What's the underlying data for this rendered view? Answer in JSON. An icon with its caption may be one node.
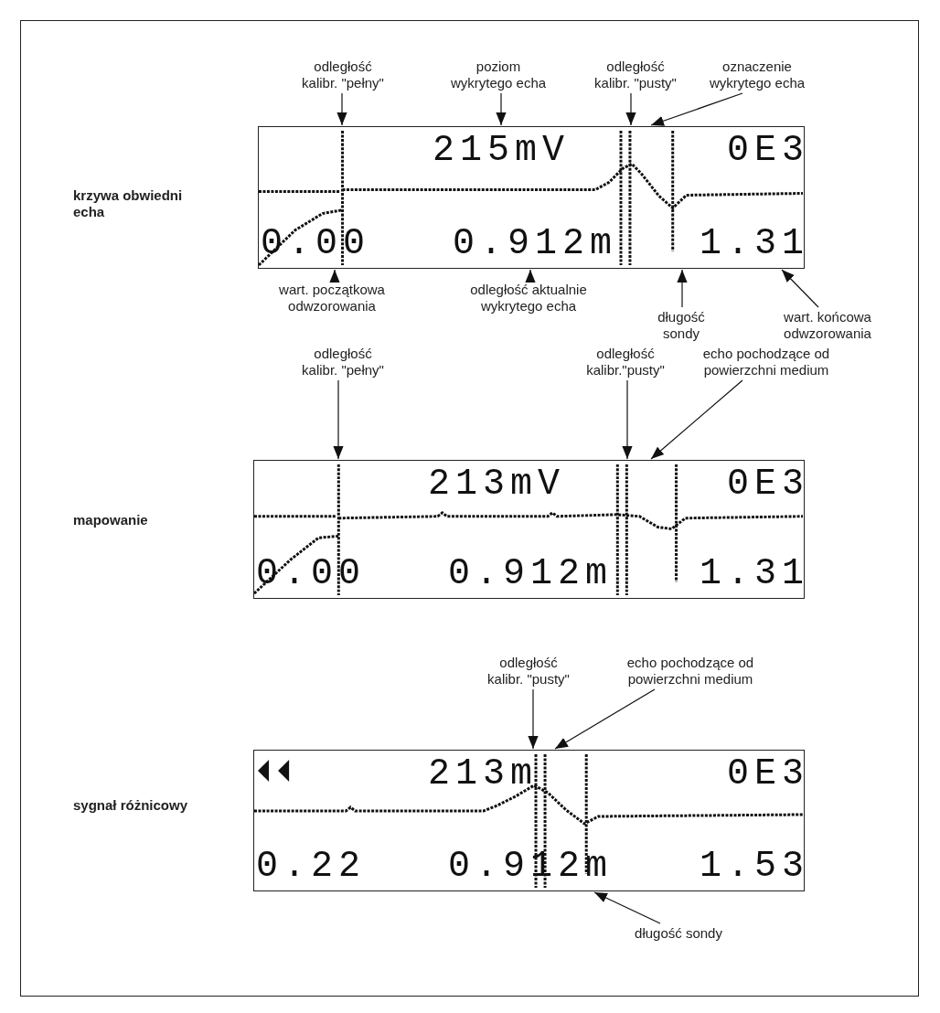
{
  "diagram": {
    "nodes": [
      {
        "text": [
          "odległość kalibr. \"pełny\""
        ]
      },
      {
        "text": [
          "poziom wykrytego echa"
        ]
      },
      {
        "text": [
          "odległość kalibr. \"pusty\""
        ]
      },
      {
        "text": [
          "oznaczenie wykrytego echa"
        ]
      },
      {
        "text": [
          "215mV",
          "0E3",
          "0.00",
          "0.912m",
          "1.31"
        ]
      },
      {
        "text": [
          "wart. początkowa odwzorowania"
        ]
      },
      {
        "text": [
          "odległość aktualnie wykrytego echa"
        ]
      },
      {
        "text": [
          "długość sondy"
        ]
      },
      {
        "text": [
          "wart. końcowa odwzorowania"
        ]
      },
      {
        "text": [
          "odległość kalibr. \"pełny\""
        ]
      },
      {
        "text": [
          "odległość kalibr.\"pusty\""
        ]
      },
      {
        "text": [
          "echo pochodzące od powierzchni medium"
        ]
      },
      {
        "text": [
          "213mV",
          "0E3",
          "0.00",
          "0.912m",
          "1.31"
        ]
      },
      {
        "text": [
          "odległość kalibr. \"pusty\""
        ]
      },
      {
        "text": [
          "echo pochodzące od powierzchni medium"
        ]
      },
      {
        "text": [
          "213m",
          "0E3",
          "0.22",
          "0.912m",
          "1.53"
        ]
      },
      {
        "text": [
          "długość sondy"
        ]
      }
    ],
    "edges": [
      {
        "from": 0,
        "to": 4,
        "arrow": "to"
      },
      {
        "from": 1,
        "to": 4,
        "arrow": "to"
      },
      {
        "from": 2,
        "to": 4,
        "arrow": "to"
      },
      {
        "from": 3,
        "to": 4,
        "arrow": "to"
      },
      {
        "from": 5,
        "to": 4,
        "arrow": "to"
      },
      {
        "from": 6,
        "to": 4,
        "arrow": "to"
      },
      {
        "from": 7,
        "to": 4,
        "arrow": "to"
      },
      {
        "from": 8,
        "to": 4,
        "arrow": "to"
      },
      {
        "from": 9,
        "to": 12,
        "arrow": "to"
      },
      {
        "from": 10,
        "to": 12,
        "arrow": "to"
      },
      {
        "from": 11,
        "to": 12,
        "arrow": "to"
      },
      {
        "from": 13,
        "to": 15,
        "arrow": "to"
      },
      {
        "from": 14,
        "to": 15,
        "arrow": "to"
      },
      {
        "from": 16,
        "to": 15,
        "arrow": "to"
      }
    ],
    "labels": [
      "krzywa obwiedni echa",
      "mapowanie",
      "sygnał różnicowy"
    ]
  }
}
